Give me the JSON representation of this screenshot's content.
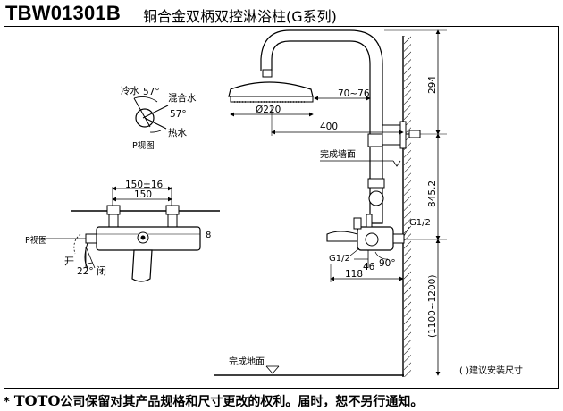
{
  "header": {
    "model": "TBW01301B",
    "product_name": "铜合金双柄双控淋浴柱(G系列)"
  },
  "p_view": {
    "cold_label": "冷水",
    "mix_label": "混合水",
    "hot_label": "热水",
    "angle_top": "57°",
    "angle_bottom": "57°",
    "caption": "P视图"
  },
  "front_view": {
    "dim_outer": "150±16",
    "dim_inner": "150",
    "p_view_label": "P视图",
    "open_label": "开",
    "close_label": "闭",
    "angle_label": "22°",
    "side_number": "8"
  },
  "side_view": {
    "dim_shower_head_diameter": "Ø220",
    "dim_arm_range": "70~76",
    "dim_arm_length": "400",
    "dim_top_height": "294",
    "finished_wall_label": "完成墙面",
    "dim_riser_height": "845.2",
    "thread_upper": "G1/2",
    "thread_lower": "G1/2",
    "dim_46": "46",
    "dim_90deg": "90°",
    "dim_118": "118",
    "dim_install_height": "(1100~1200)",
    "finished_floor_label": "完成地面",
    "install_note": "(    )建议安装尺寸"
  },
  "footer": {
    "star": "*",
    "brand": "TOTO",
    "text": "公司保留对其产品规格和尺寸更改的权利。届时，恕不另行通知。"
  }
}
